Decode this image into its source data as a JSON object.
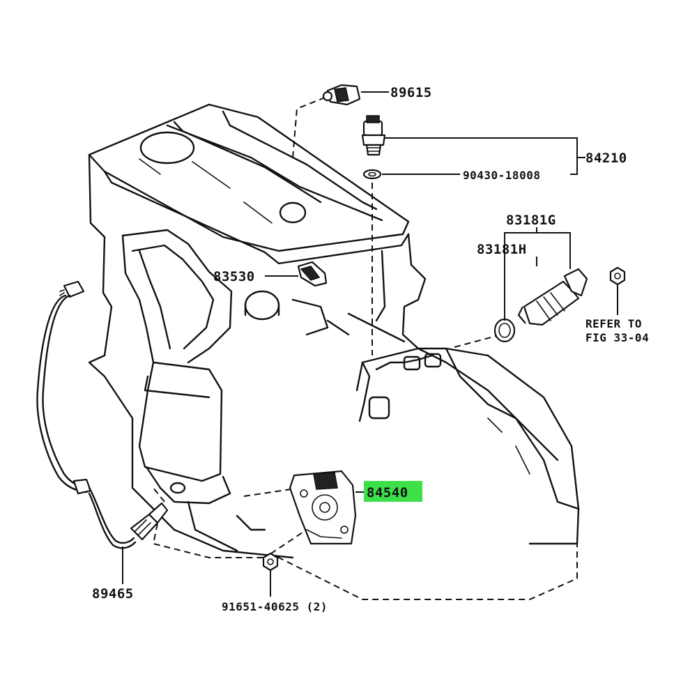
{
  "callouts": {
    "part_89615": "89615",
    "part_84210": "84210",
    "part_90430": "90430-18008",
    "part_83181g": "83181G",
    "part_83181h": "83181H",
    "part_83530": "83530",
    "refer_line1": "REFER TO",
    "refer_line2": "FIG 33-04",
    "part_84540": "84540",
    "part_89465": "89465",
    "part_91651": "91651-40625 (2)"
  },
  "highlight_color": "#3ee04a"
}
